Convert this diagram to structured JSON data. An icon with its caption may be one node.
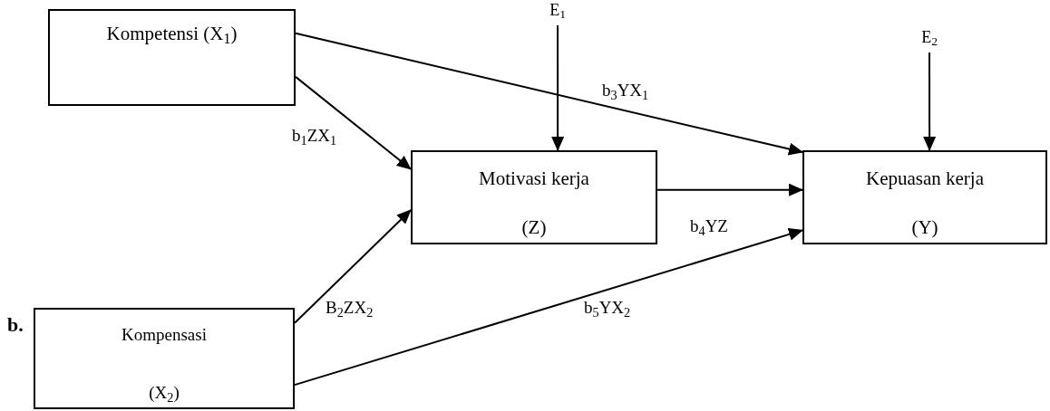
{
  "diagram": {
    "nodes": [
      {
        "text": [
          "Kompetensi (X$_{1}$)"
        ]
      },
      {
        "text": [
          "E$_{1}$"
        ]
      },
      {
        "text": [
          "E$_{2}$"
        ]
      },
      {
        "text": [
          "Motivasi kerja",
          "(Z)"
        ]
      },
      {
        "text": [
          "Kepuasan kerja",
          "(Y)"
        ]
      },
      {
        "text": [
          "Kompensasi",
          "(X$_{2}$)"
        ]
      }
    ],
    "edges": [
      {
        "from": 0,
        "to": 3,
        "arrow": "to",
        "label": "b$_{1}$ZX$_{1}$"
      },
      {
        "from": 0,
        "to": 4,
        "arrow": "to",
        "label": "b$_{3}$YX$_{1}$"
      },
      {
        "from": 1,
        "to": 3,
        "arrow": "to"
      },
      {
        "from": 2,
        "to": 4,
        "arrow": "to"
      },
      {
        "from": 3,
        "to": 4,
        "arrow": "to",
        "label": "b$_{4}$YZ"
      },
      {
        "from": 5,
        "to": 3,
        "arrow": "to",
        "label": "B$_{2}$ZX$_{2}$"
      },
      {
        "from": 5,
        "to": 4,
        "arrow": "to",
        "label": "b$_{5}$YX$_{2}$"
      }
    ],
    "labels": [
      "b."
    ]
  }
}
